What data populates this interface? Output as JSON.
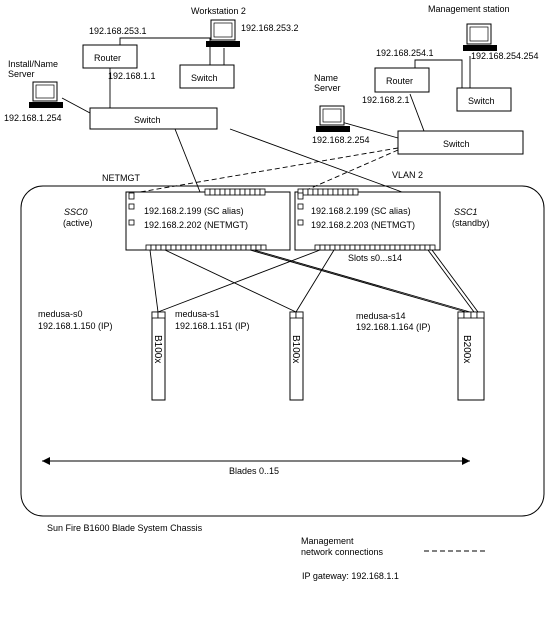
{
  "labels": {
    "workstation2": "Workstation 2",
    "management_station": "Management station",
    "ip_253_1": "192.168.253.1",
    "ip_253_2": "192.168.253.2",
    "ip_254_1": "192.168.254.1",
    "ip_254_254": "192.168.254.254",
    "router_left": "Router",
    "router_right": "Router",
    "router_left_ip": "192.168.1.1",
    "router_right_ip": "192.168.2.1",
    "switch_ws2": "Switch",
    "switch_mgmt": "Switch",
    "install_server_line1": "Install/Name",
    "install_server_line2": "Server",
    "install_server_ip": "192.168.1.254",
    "name_server_line1": "Name",
    "name_server_line2": "Server",
    "name_server_ip": "192.168.2.254",
    "switch_main": "Switch",
    "switch_right": "Switch",
    "netmgt": "NETMGT",
    "vlan2": "VLAN 2",
    "ssc0_line1": "SSC0",
    "ssc0_line2": "(active)",
    "ssc1_line1": "SSC1",
    "ssc1_line2": "(standby)",
    "ssc0_alias": "192.168.2.199 (SC alias)",
    "ssc0_netmgt": "192.168.2.202 (NETMGT)",
    "ssc1_alias": "192.168.2.199 (SC alias)",
    "ssc1_netmgt": "192.168.2.203 (NETMGT)",
    "slots": "Slots s0...s14",
    "medusa_s0_name": "medusa-s0",
    "medusa_s0_ip": "192.168.1.150 (IP)",
    "medusa_s1_name": "medusa-s1",
    "medusa_s1_ip": "192.168.1.151 (IP)",
    "medusa_s14_name": "medusa-s14",
    "medusa_s14_ip": "192.168.1.164 (IP)",
    "blade_a": "B100x",
    "blade_b": "B100x",
    "blade_c": "B200x",
    "blades_range": "Blades 0..15",
    "chassis": "Sun Fire B1600 Blade System Chassis",
    "legend_line1": "Management",
    "legend_line2": "network connections",
    "gateway": "IP gateway: 192.168.1.1"
  }
}
